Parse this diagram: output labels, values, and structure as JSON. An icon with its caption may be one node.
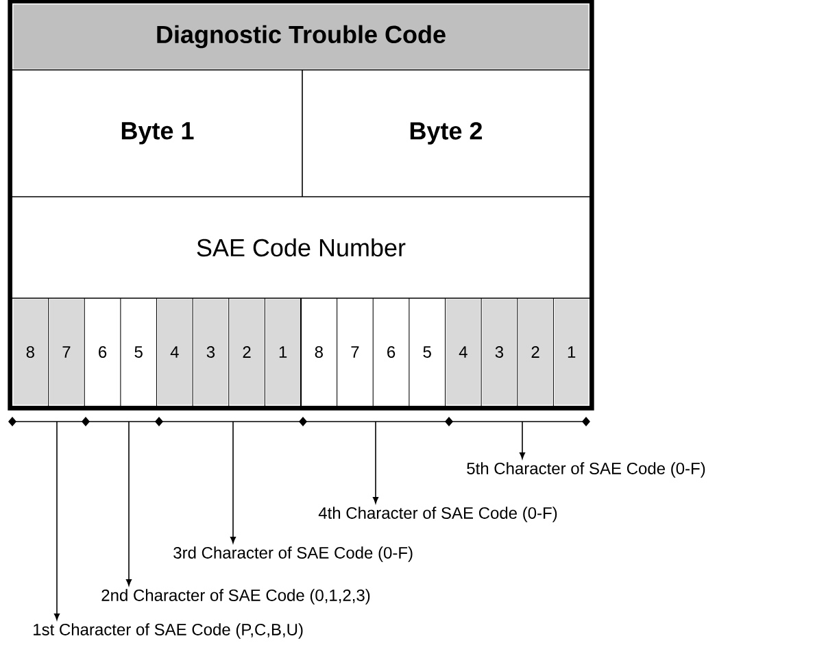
{
  "diagram": {
    "nodes": [
      {
        "text": [],
        "shape": "box"
      },
      {
        "text": [
          "Diagnostic Trouble Code"
        ],
        "in": 0
      },
      {
        "text": [
          "Byte 1"
        ],
        "in": 0
      },
      {
        "text": [
          "Byte 2"
        ],
        "in": 0
      },
      {
        "text": [
          "SAE Code Number"
        ],
        "in": 0
      },
      {
        "text": [
          "8"
        ],
        "in": 0
      },
      {
        "text": [
          "7"
        ],
        "in": 0
      },
      {
        "text": [
          "6"
        ],
        "in": 0
      },
      {
        "text": [
          "5"
        ],
        "in": 0
      },
      {
        "text": [
          "4"
        ],
        "in": 0
      },
      {
        "text": [
          "3"
        ],
        "in": 0
      },
      {
        "text": [
          "2"
        ],
        "in": 0
      },
      {
        "text": [
          "1"
        ],
        "in": 0
      },
      {
        "text": [
          "8"
        ],
        "in": 0
      },
      {
        "text": [
          "7"
        ],
        "in": 0
      },
      {
        "text": [
          "6"
        ],
        "in": 0
      },
      {
        "text": [
          "5"
        ],
        "in": 0
      },
      {
        "text": [
          "4"
        ],
        "in": 0
      },
      {
        "text": [
          "3"
        ],
        "in": 0
      },
      {
        "text": [
          "2"
        ],
        "in": 0
      },
      {
        "text": [
          "1"
        ],
        "in": 0
      },
      {
        "text": [
          "5th Character of SAE Code (0-F)"
        ]
      },
      {
        "text": [
          "4th Character of SAE Code (0-F)"
        ]
      },
      {
        "text": [
          "3rd Character of SAE Code (0-F)"
        ]
      },
      {
        "text": [
          "2nd Character of SAE Code (0,1,2,3)"
        ]
      },
      {
        "text": [
          "1st Character of SAE Code (P,C,B,U)"
        ]
      }
    ],
    "edges": [
      {
        "from": null,
        "to": 25,
        "arrow": "to"
      },
      {
        "from": null,
        "to": 24,
        "arrow": "to"
      },
      {
        "from": null,
        "to": 23,
        "arrow": "to"
      },
      {
        "from": null,
        "to": 22,
        "arrow": "to"
      },
      {
        "from": null,
        "to": 21,
        "arrow": "to"
      }
    ]
  }
}
